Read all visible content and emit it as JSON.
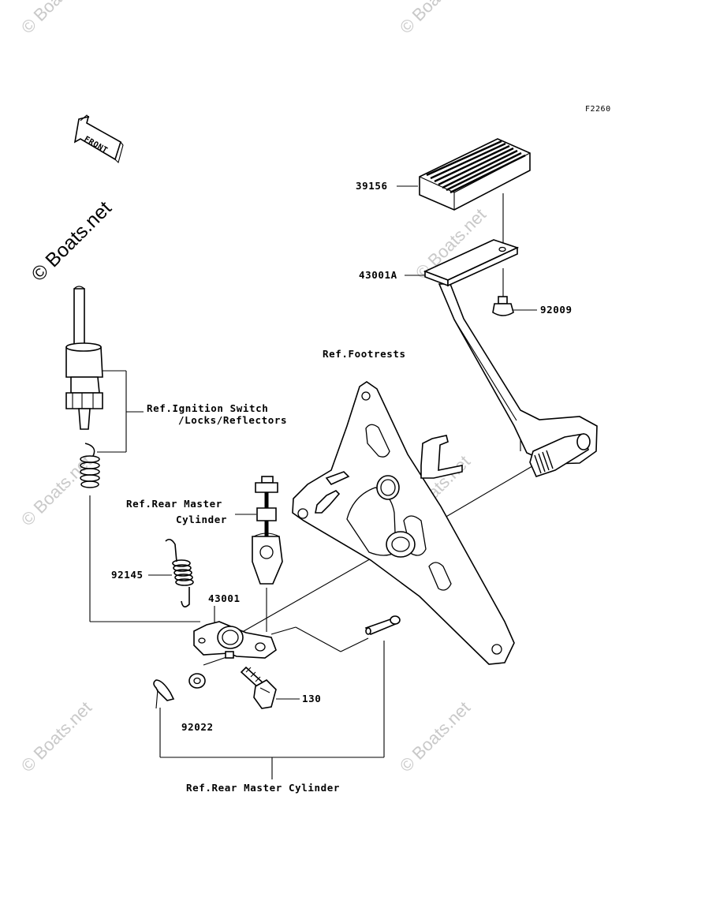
{
  "figure": {
    "code": "F2260",
    "direction_arrow": "FRONT",
    "watermark": "© Boats.net"
  },
  "labels": {
    "p39156": "39156",
    "p43001A": "43001A",
    "p92009": "92009",
    "ref_footrests": "Ref.Footrests",
    "ref_ignition_line1": "Ref.Ignition Switch",
    "ref_ignition_line2": "/Locks/Reflectors",
    "ref_rear_master_line1": "Ref.Rear Master",
    "ref_rear_master_line2": "Cylinder",
    "p92145": "92145",
    "p43001": "43001",
    "p130": "130",
    "p92022": "92022",
    "ref_rear_master_bottom": "Ref.Rear Master Cylinder"
  },
  "parts": [
    {
      "number": "39156",
      "name": "brake-pedal-rubber"
    },
    {
      "number": "43001A",
      "name": "brake-pedal"
    },
    {
      "number": "92009",
      "name": "screw"
    },
    {
      "number": "92145",
      "name": "return-spring"
    },
    {
      "number": "43001",
      "name": "pedal-lever"
    },
    {
      "number": "130",
      "name": "bolt"
    },
    {
      "number": "92022",
      "name": "washer"
    }
  ]
}
